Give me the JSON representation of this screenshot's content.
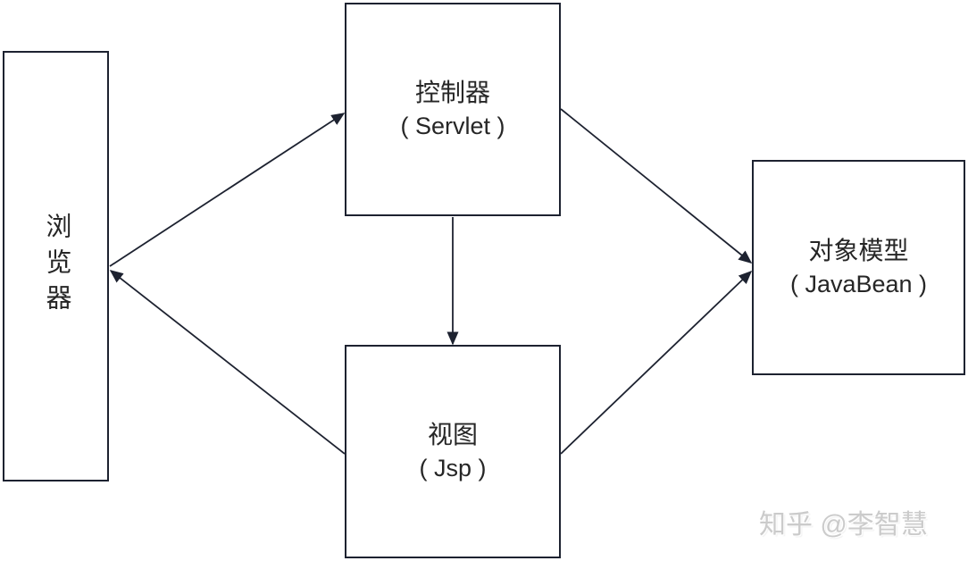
{
  "diagram": {
    "nodes": {
      "browser": {
        "label": "浏览器"
      },
      "controller": {
        "title": "控制器",
        "subtitle": "( Servlet )"
      },
      "view": {
        "title": "视图",
        "subtitle": "( Jsp )"
      },
      "model": {
        "title": "对象模型",
        "subtitle": "( JavaBean )"
      }
    },
    "edges": [
      {
        "from": "browser",
        "to": "controller"
      },
      {
        "from": "view",
        "to": "browser"
      },
      {
        "from": "controller",
        "to": "view"
      },
      {
        "from": "controller",
        "to": "model"
      },
      {
        "from": "view",
        "to": "model"
      }
    ]
  },
  "watermark": {
    "text": "知乎 @李智慧"
  },
  "colors": {
    "line": "#1d2230",
    "box_border": "#1d2230",
    "text": "#262626",
    "watermark": "#cbcbcb",
    "background": "#ffffff"
  }
}
